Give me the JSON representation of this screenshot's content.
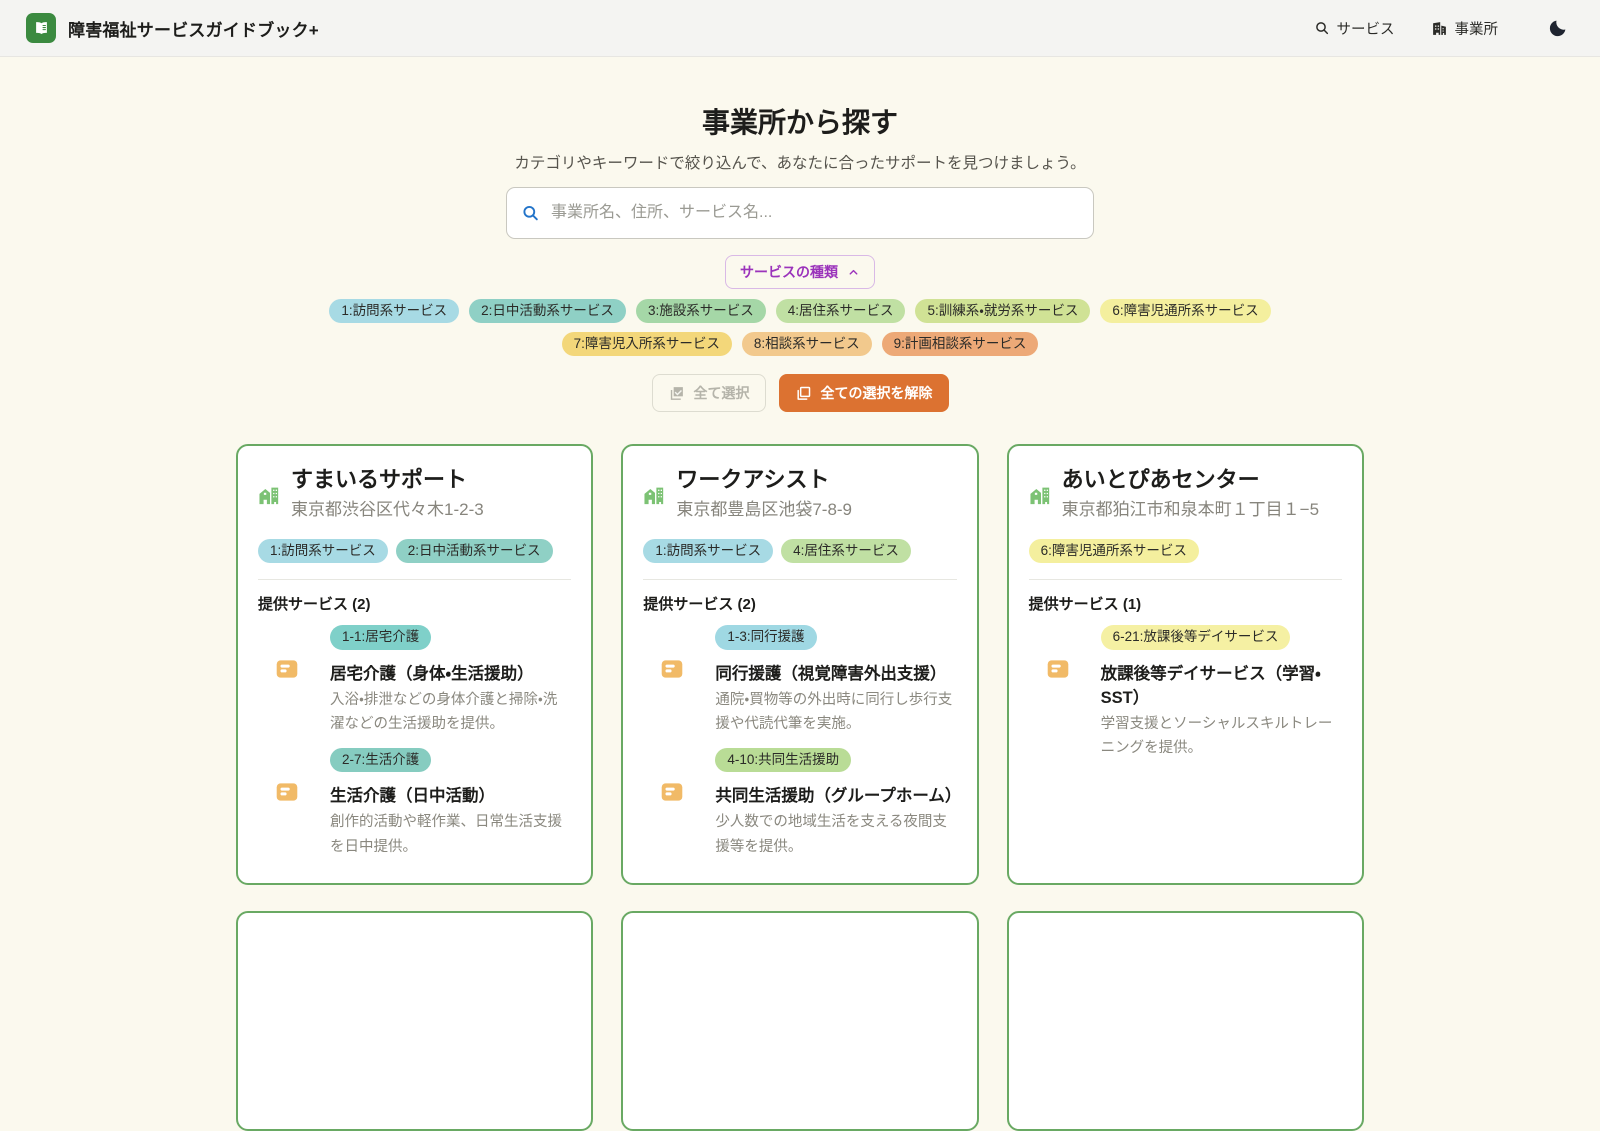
{
  "theme": {
    "page_bg": "#fbf9ee",
    "header_bg": "#f4f4f2",
    "brand_green": "#3b8a40",
    "card_border_green": "#69a963",
    "accent_purple": "#9b33bb",
    "accent_orange": "#dc7231",
    "search_icon_blue": "#2374c9"
  },
  "header": {
    "title": "障害福祉サービスガイドブック+",
    "nav_service": "サービス",
    "nav_establishment": "事業所"
  },
  "hero": {
    "title": "事業所から探す",
    "subtitle": "カテゴリやキーワードで絞り込んで、あなたに合ったサポートを見つけましょう。",
    "search_placeholder": "事業所名、住所、サービス名..."
  },
  "filter": {
    "toggle_label": "サービスの種類",
    "select_all_label": "全て選択",
    "clear_all_label": "全ての選択を解除",
    "categories": [
      {
        "label": "1:訪問系サービス",
        "color": "#a7dae4"
      },
      {
        "label": "2:日中活動系サービス",
        "color": "#8fd0c5"
      },
      {
        "label": "3:施設系サービス",
        "color": "#a5d7a7"
      },
      {
        "label": "4:居住系サービス",
        "color": "#c0e0a3"
      },
      {
        "label": "5:訓練系・就労系サービス",
        "color": "#d0e295"
      },
      {
        "label": "6:障害児通所系サービス",
        "color": "#f4ef9e"
      },
      {
        "label": "7:障害児入所系サービス",
        "color": "#f3d77a"
      },
      {
        "label": "8:相談系サービス",
        "color": "#f2c98d"
      },
      {
        "label": "9:計画相談系サービス",
        "color": "#eda977"
      }
    ]
  },
  "cards": [
    {
      "name": "すまいるサポート",
      "address": "東京都渋谷区代々木1-2-3",
      "categories": [
        {
          "label": "1:訪問系サービス",
          "color": "#a7dae4"
        },
        {
          "label": "2:日中活動系サービス",
          "color": "#8fd0c5"
        }
      ],
      "services_label": "提供サービス (2)",
      "services": [
        {
          "tag": "1-1:居宅介護",
          "tag_color": "#7fd0c9",
          "title": "居宅介護（身体・生活援助）",
          "description": "入浴・排泄などの身体介護と掃除・洗濯などの生活援助を提供。"
        },
        {
          "tag": "2-7:生活介護",
          "tag_color": "#86ccc0",
          "title": "生活介護（日中活動）",
          "description": "創作的活動や軽作業、日常生活支援を日中提供。"
        }
      ]
    },
    {
      "name": "ワークアシスト",
      "address": "東京都豊島区池袋7-8-9",
      "categories": [
        {
          "label": "1:訪問系サービス",
          "color": "#a7dae4"
        },
        {
          "label": "4:居住系サービス",
          "color": "#c0e0a3"
        }
      ],
      "services_label": "提供サービス (2)",
      "services": [
        {
          "tag": "1-3:同行援護",
          "tag_color": "#9fd8e3",
          "title": "同行援護（視覚障害外出支援）",
          "description": "通院・買物等の外出時に同行し歩行支援や代読代筆を実施。"
        },
        {
          "tag": "4-10:共同生活援助",
          "tag_color": "#b9dc96",
          "title": "共同生活援助（グループホーム）",
          "description": "少人数での地域生活を支える夜間支援等を提供。"
        }
      ]
    },
    {
      "name": "あいとぴあセンター",
      "address": "東京都狛江市和泉本町１丁目１−5",
      "categories": [
        {
          "label": "6:障害児通所系サービス",
          "color": "#f4ef9e"
        }
      ],
      "services_label": "提供サービス (1)",
      "services": [
        {
          "tag": "6-21:放課後等デイサービス",
          "tag_color": "#f5f0a3",
          "title": "放課後等デイサービス（学習・SST）",
          "description": "学習支援とソーシャルスキルトレーニングを提供。"
        }
      ]
    }
  ]
}
